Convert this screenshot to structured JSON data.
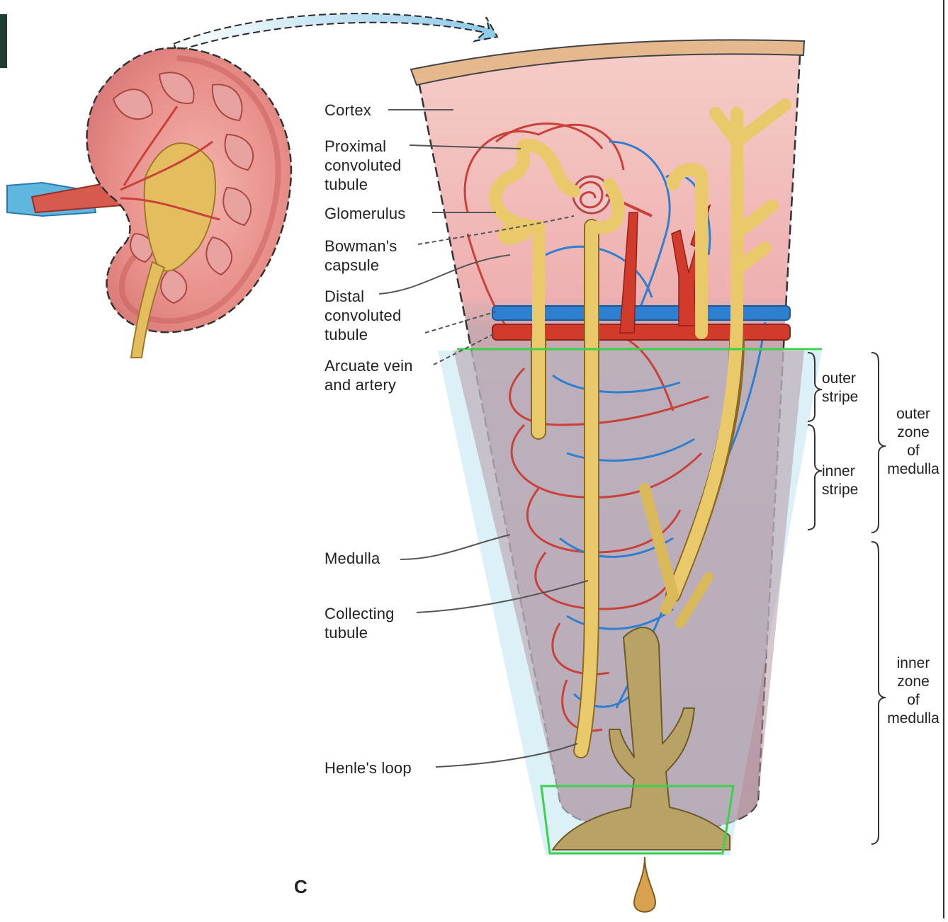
{
  "labels": {
    "cortex": "Cortex",
    "proximal": "Proximal\nconvoluted\ntubule",
    "glomerulus": "Glomerulus",
    "bowman": "Bowman's\ncapsule",
    "distal": "Distal\nconvoluted\ntubule",
    "arcuate": "Arcuate vein\nand artery",
    "medulla": "Medulla",
    "collecting": "Collecting\ntubule",
    "henle": "Henle's loop"
  },
  "zones": {
    "outer_stripe": "outer\nstripe",
    "inner_stripe": "inner\nstripe",
    "outer_zone": "outer\nzone\nof\nmedulla",
    "inner_zone": "inner\nzone\nof\nmedulla"
  },
  "panel_letter": "C",
  "colors": {
    "artery": "#d23a2c",
    "vein": "#2f7fd0",
    "tubule": "#e9c96a",
    "cortex": "#f2b9b6",
    "medulla": "#c8a8b0",
    "highlight_box": "#3bd24b",
    "medulla_overlay": "#bfe3f1"
  }
}
